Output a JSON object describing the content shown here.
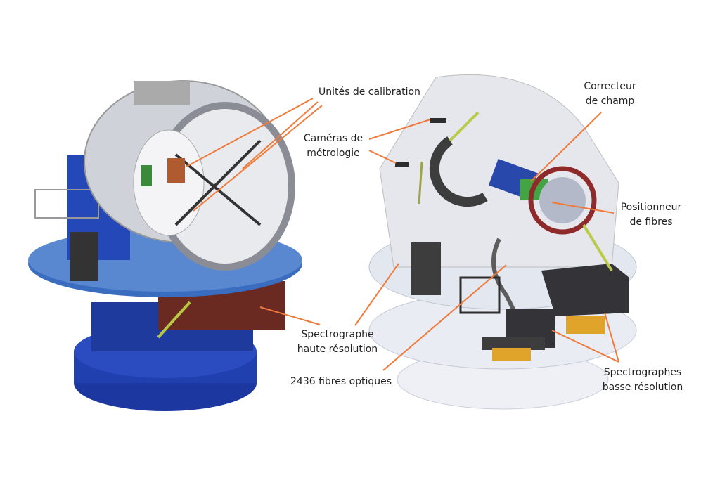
{
  "labels": {
    "calibration": "Unités de calibration",
    "metrology_1": "Caméras de",
    "metrology_2": "métrologie",
    "corrector_1": "Correcteur",
    "corrector_2": "de champ",
    "positioner_1": "Positionneur",
    "positioner_2": "de fibres",
    "hires_1": "Spectrographe",
    "hires_2": "haute résolution",
    "fibers": "2436 fibres optiques",
    "lowres_1": "Spectrographes",
    "lowres_2": "basse résolution"
  },
  "colors": {
    "leader": "#f07a3a",
    "mount_blue": "#1e3fa8",
    "structure_gray": "#b8bcc4",
    "spectrograph_dark": "#2a2a2e",
    "base_orange": "#e0a020"
  }
}
